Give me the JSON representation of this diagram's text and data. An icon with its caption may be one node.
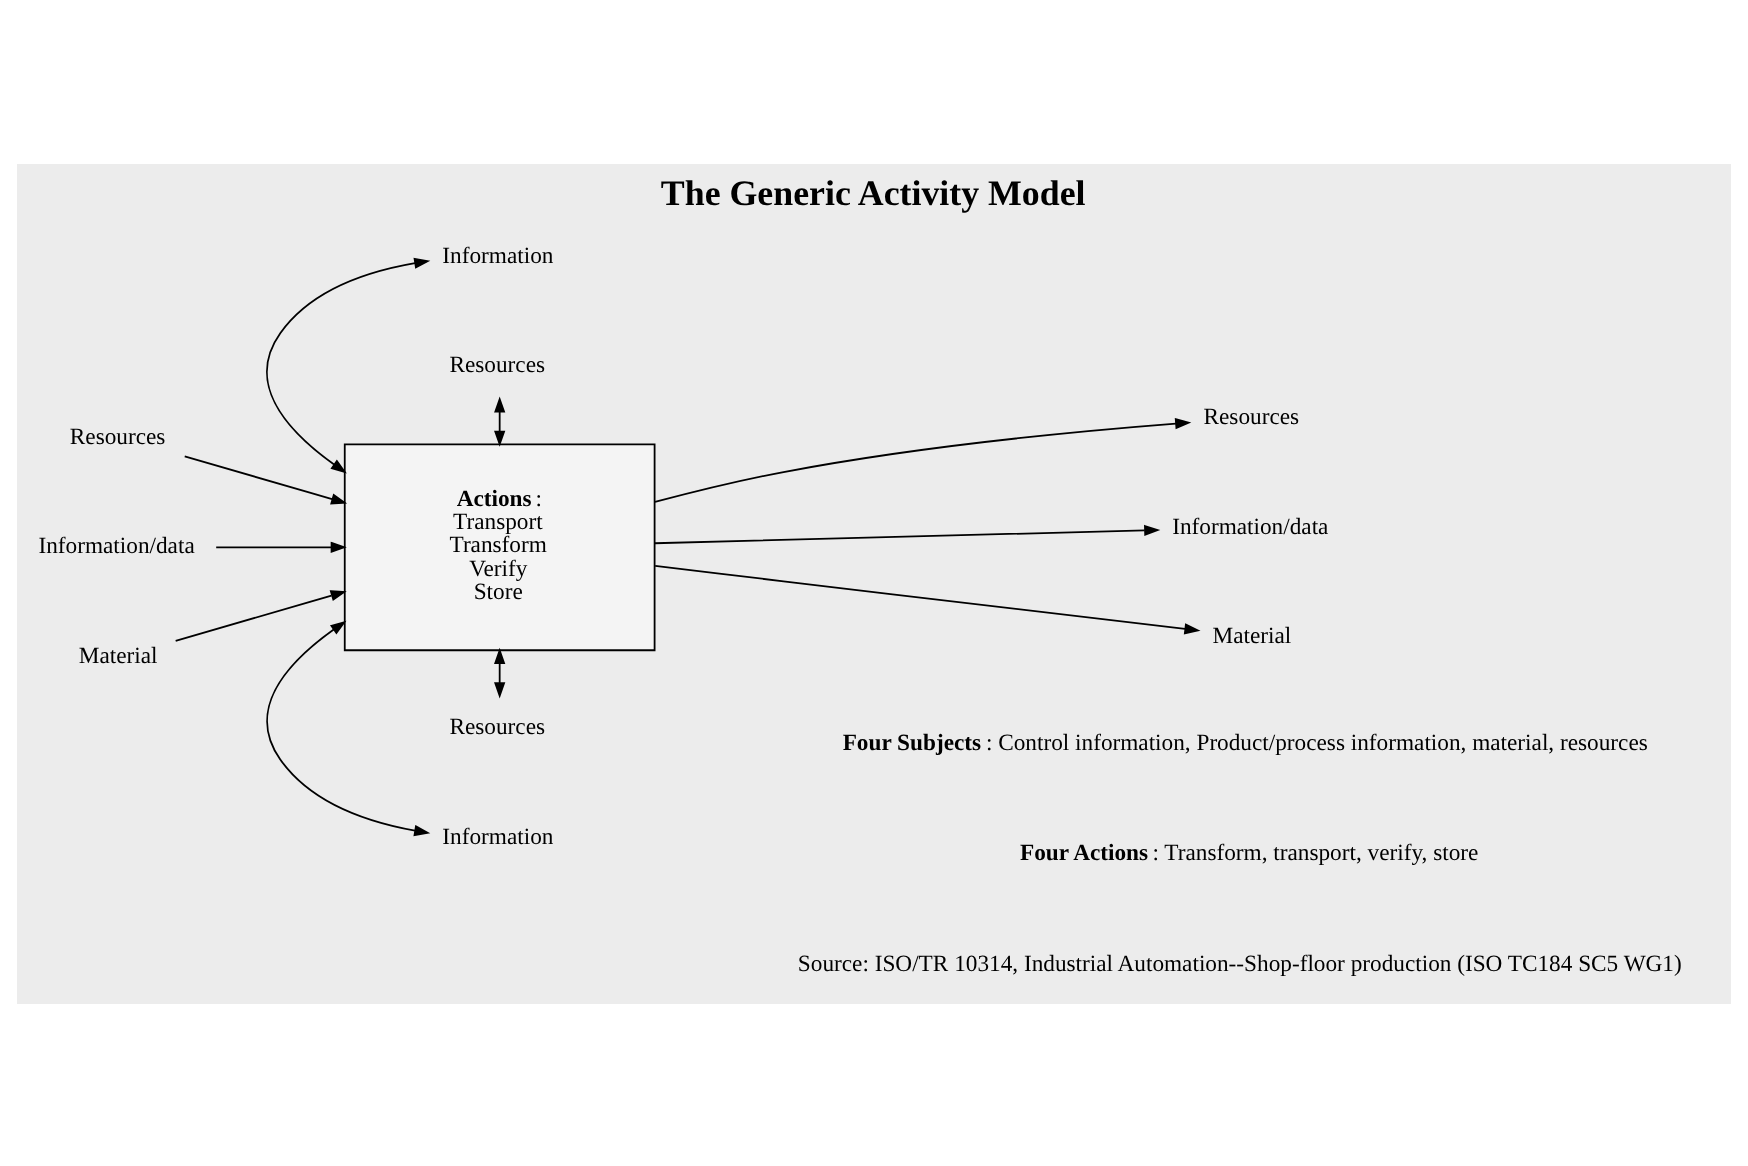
{
  "diagram": {
    "title": "The Generic Activity Model",
    "nodes": [
      {
        "text": [
          "**Actions**:",
          "Transport",
          "Transform",
          "Verify",
          "Store"
        ]
      },
      {
        "text": [
          "Information"
        ]
      },
      {
        "text": [
          "Resources"
        ]
      },
      {
        "text": [
          "Resources"
        ]
      },
      {
        "text": [
          "Information/data"
        ]
      },
      {
        "text": [
          "Material"
        ]
      },
      {
        "text": [
          "Resources"
        ]
      },
      {
        "text": [
          "Information/data"
        ]
      },
      {
        "text": [
          "Material"
        ]
      },
      {
        "text": [
          "Information"
        ]
      },
      {
        "text": [
          "Resources"
        ]
      }
    ],
    "edges": [
      {
        "from": 1,
        "to": 0,
        "arrow": "both"
      },
      {
        "from": 2,
        "to": 0,
        "arrow": "both"
      },
      {
        "from": 3,
        "to": 0,
        "arrow": "to"
      },
      {
        "from": 4,
        "to": 0,
        "arrow": "to"
      },
      {
        "from": 5,
        "to": 0,
        "arrow": "to"
      },
      {
        "from": 0,
        "to": 6,
        "arrow": "to"
      },
      {
        "from": 0,
        "to": 7,
        "arrow": "to"
      },
      {
        "from": 0,
        "to": 8,
        "arrow": "to"
      },
      {
        "from": 0,
        "to": 9,
        "arrow": "both"
      },
      {
        "from": 0,
        "to": 10,
        "arrow": "both"
      }
    ],
    "labels": [
      "**Four Subjects**: Control information, Product/process information, material, resources",
      "**Four Actions**: Transform, transport, verify, store",
      "Source: ISO/TR 10314, Industrial Automation--Shop-floor production (ISO TC184 SC5 WG1)"
    ]
  }
}
